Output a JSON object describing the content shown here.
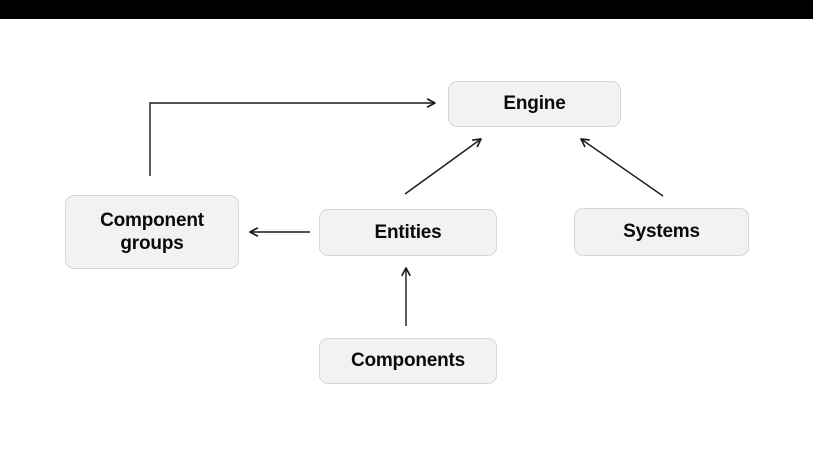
{
  "diagram": {
    "type": "flowchart",
    "nodes": {
      "engine": {
        "label": "Engine"
      },
      "component_groups": {
        "label": "Component groups"
      },
      "entities": {
        "label": "Entities"
      },
      "systems": {
        "label": "Systems"
      },
      "components": {
        "label": "Components"
      }
    },
    "edges": [
      {
        "from": "Component groups",
        "to": "Engine",
        "style": "elbow"
      },
      {
        "from": "Entities",
        "to": "Engine",
        "style": "straight"
      },
      {
        "from": "Systems",
        "to": "Engine",
        "style": "straight"
      },
      {
        "from": "Entities",
        "to": "Component groups",
        "style": "straight"
      },
      {
        "from": "Components",
        "to": "Entities",
        "style": "straight"
      }
    ],
    "colors": {
      "background": "#ffffff",
      "letterbox": "#000000",
      "node_fill": "#f2f2f2",
      "node_border": "#d6d6d6",
      "arrow": "#1a1a1a",
      "text": "#0a0a0a"
    }
  }
}
